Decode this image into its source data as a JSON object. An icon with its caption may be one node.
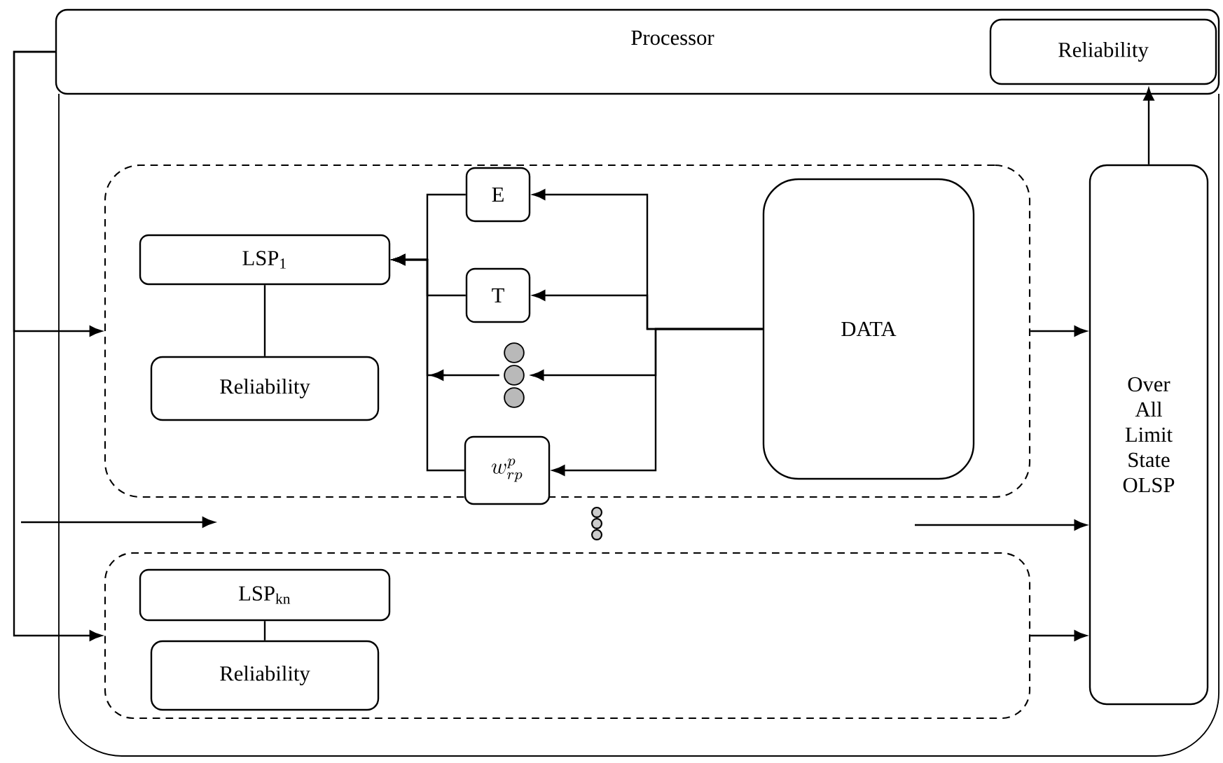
{
  "diagram": {
    "nodes": [
      {
        "text": [
          "Processor"
        ]
      },
      {
        "text": [
          "Reliability"
        ],
        "in": 0
      },
      {
        "text": [],
        "shape": "box"
      },
      {
        "text": [],
        "shape": "box",
        "in": 2
      },
      {
        "text": [
          "LSP$_{1}$"
        ],
        "in": 3
      },
      {
        "text": [
          "Reliability"
        ],
        "in": 3
      },
      {
        "text": [
          "E"
        ],
        "in": 3
      },
      {
        "text": [
          "T"
        ],
        "in": 3
      },
      {
        "text": [],
        "shape": "circle",
        "in": 3
      },
      {
        "text": [
          "w_{rp}^{p}"
        ],
        "in": 3
      },
      {
        "text": [
          "DATA"
        ],
        "in": 3
      },
      {
        "text": [],
        "shape": "box",
        "in": 2
      },
      {
        "text": [
          "LSP$_{kn}$"
        ],
        "in": 11
      },
      {
        "text": [
          "Reliability"
        ],
        "in": 11
      },
      {
        "text": [
          "Over All Limit State OLSP"
        ],
        "in": 2
      }
    ],
    "edges": [
      {
        "from": 4,
        "to": 5,
        "arrow": "none"
      },
      {
        "from": 12,
        "to": 13,
        "arrow": "none"
      },
      {
        "from": 10,
        "to": 6,
        "arrow": "to"
      },
      {
        "from": 10,
        "to": 7,
        "arrow": "to"
      },
      {
        "from": 10,
        "to": 8,
        "arrow": "to"
      },
      {
        "from": 10,
        "to": 9,
        "arrow": "to"
      },
      {
        "from": 6,
        "to": 4,
        "arrow": "to"
      },
      {
        "from": 7,
        "to": 4,
        "arrow": "to"
      },
      {
        "from": 8,
        "to": 4,
        "arrow": "to"
      },
      {
        "from": 9,
        "to": 4,
        "arrow": "to"
      },
      {
        "from": 3,
        "to": 14,
        "arrow": "to"
      },
      {
        "from": null,
        "to": 14,
        "arrow": "to"
      },
      {
        "from": 11,
        "to": 14,
        "arrow": "to"
      },
      {
        "from": 14,
        "to": 1,
        "arrow": "to"
      },
      {
        "from": 0,
        "to": 3,
        "arrow": "to"
      },
      {
        "from": 0,
        "to": 11,
        "arrow": "to"
      }
    ]
  }
}
